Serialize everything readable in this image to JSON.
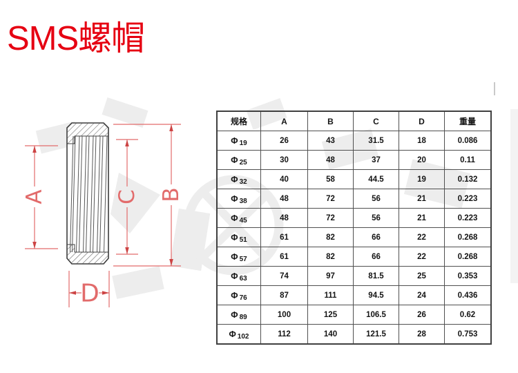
{
  "title": {
    "text": "SMS螺帽",
    "color": "#e60012"
  },
  "drawing": {
    "dim_labels": {
      "a": "A",
      "b": "B",
      "c": "C",
      "d": "D"
    }
  },
  "table": {
    "phi_prefix": "Φ",
    "columns": [
      "规格",
      "A",
      "B",
      "C",
      "D",
      "重量"
    ],
    "rows": [
      {
        "spec": "19",
        "a": "26",
        "b": "43",
        "c": "31.5",
        "d": "18",
        "weight": "0.086"
      },
      {
        "spec": "25",
        "a": "30",
        "b": "48",
        "c": "37",
        "d": "20",
        "weight": "0.11"
      },
      {
        "spec": "32",
        "a": "40",
        "b": "58",
        "c": "44.5",
        "d": "19",
        "weight": "0.132"
      },
      {
        "spec": "38",
        "a": "48",
        "b": "72",
        "c": "56",
        "d": "21",
        "weight": "0.223"
      },
      {
        "spec": "45",
        "a": "48",
        "b": "72",
        "c": "56",
        "d": "21",
        "weight": "0.223"
      },
      {
        "spec": "51",
        "a": "61",
        "b": "82",
        "c": "66",
        "d": "22",
        "weight": "0.268"
      },
      {
        "spec": "57",
        "a": "61",
        "b": "82",
        "c": "66",
        "d": "22",
        "weight": "0.268"
      },
      {
        "spec": "63",
        "a": "74",
        "b": "97",
        "c": "81.5",
        "d": "25",
        "weight": "0.353"
      },
      {
        "spec": "76",
        "a": "87",
        "b": "111",
        "c": "94.5",
        "d": "24",
        "weight": "0.436"
      },
      {
        "spec": "89",
        "a": "100",
        "b": "125",
        "c": "106.5",
        "d": "26",
        "weight": "0.62"
      },
      {
        "spec": "102",
        "a": "112",
        "b": "140",
        "c": "121.5",
        "d": "28",
        "weight": "0.753"
      }
    ]
  },
  "colors": {
    "title_red": "#e60012",
    "dimension_red": "#e26b6b",
    "arrow_red": "#cc4444",
    "outline_gray": "#3c3c3c",
    "table_border": "#4f4f4f",
    "watermark_gray": "#ededed"
  }
}
